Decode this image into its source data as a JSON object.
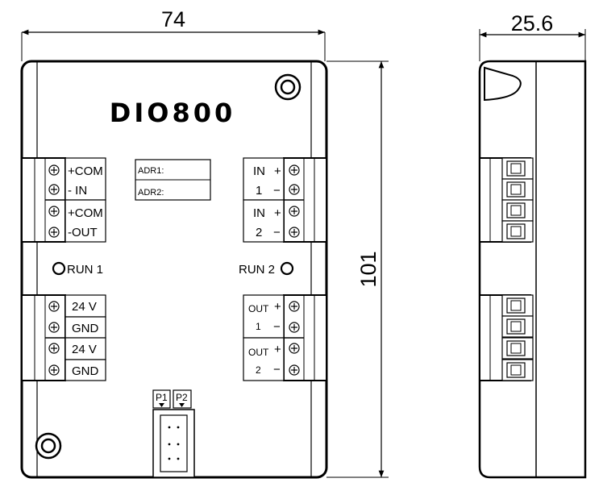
{
  "dimensions": {
    "width": "74",
    "depth": "25.6",
    "height": "101"
  },
  "device": {
    "model": "DIO800"
  },
  "address_labels": [
    "ADR1:",
    "ADR2:"
  ],
  "terminals_left": {
    "in_top": "+COM",
    "in_bottom": "- IN",
    "out_top": "+COM",
    "out_bottom": "-OUT",
    "power": [
      "24 V",
      "GND",
      "24 V",
      "GND"
    ]
  },
  "terminals_right": {
    "in1_label": "IN",
    "in1_num": "1",
    "in2_label": "IN",
    "in2_num": "2",
    "out1_label": "OUT",
    "out1_num": "1",
    "out2_label": "OUT",
    "out2_num": "2",
    "plus": "+",
    "minus": "−"
  },
  "leds": {
    "run1": "RUN 1",
    "run2": "RUN 2"
  },
  "ports": [
    "P1",
    "P2"
  ]
}
